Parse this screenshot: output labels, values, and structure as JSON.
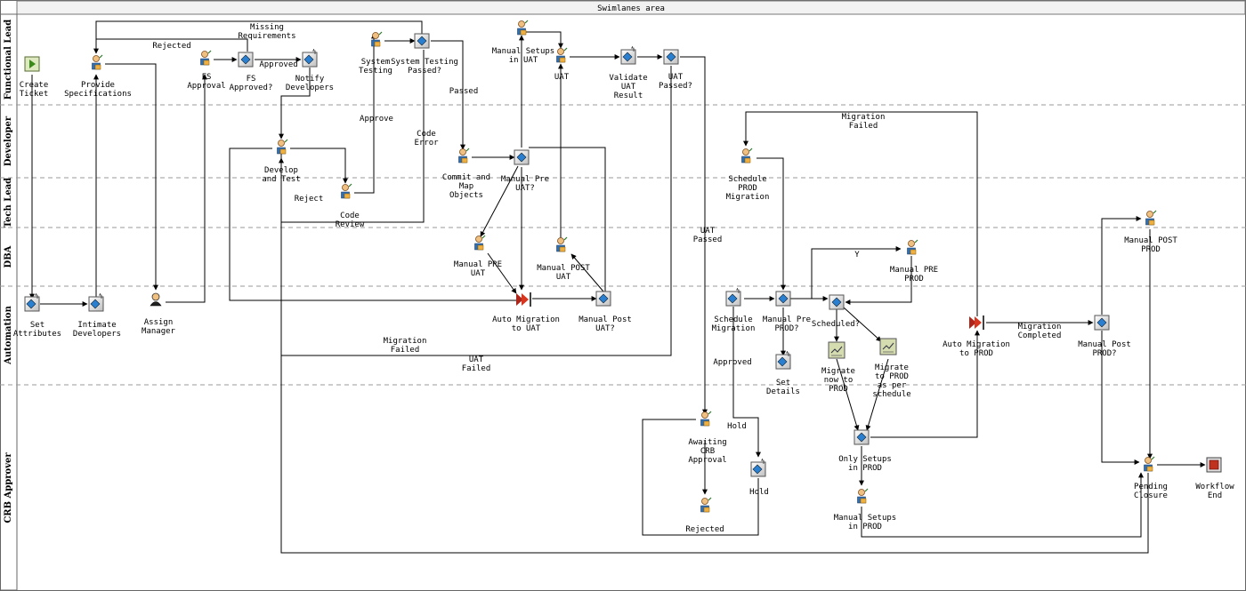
{
  "header": {
    "title": "Swimlanes area"
  },
  "lanes": [
    "Functional Lead",
    "Developer",
    "Tech Lead",
    "DBA",
    "Automation",
    "CRB Approver"
  ],
  "nodes": [
    {
      "id": "create_ticket",
      "name": "create-ticket-node",
      "type": "start",
      "lines": [
        "Create",
        "Ticket"
      ]
    },
    {
      "id": "provide_specs",
      "name": "provide-specifications-node",
      "type": "human",
      "lines": [
        "Provide",
        "Specifications"
      ]
    },
    {
      "id": "fs_approval",
      "name": "fs-approval-node",
      "type": "human",
      "lines": [
        "FS",
        "Approval"
      ]
    },
    {
      "id": "fs_approved",
      "name": "fs-approved-node",
      "type": "decision",
      "lines": [
        "FS",
        "Approved?"
      ]
    },
    {
      "id": "notify_dev",
      "name": "notify-developers-node",
      "type": "auto",
      "lines": [
        "Notify",
        "Developers"
      ]
    },
    {
      "id": "system_testing",
      "name": "system-testing-node",
      "type": "human",
      "lines": [
        "System",
        "Testing"
      ]
    },
    {
      "id": "system_testing_passed",
      "name": "system-testing-passed-node",
      "type": "decision",
      "lines": [
        "System Testing",
        "Passed?"
      ]
    },
    {
      "id": "manual_setups_uat",
      "name": "manual-setups-uat-node",
      "type": "human",
      "lines": [
        "Manual Setups",
        "in UAT"
      ]
    },
    {
      "id": "uat",
      "name": "uat-node",
      "type": "human",
      "lines": [
        "UAT"
      ]
    },
    {
      "id": "validate_uat",
      "name": "validate-uat-result-node",
      "type": "auto",
      "lines": [
        "Validate",
        "UAT",
        "Result"
      ]
    },
    {
      "id": "uat_passed",
      "name": "uat-passed-node",
      "type": "decision",
      "lines": [
        "UAT",
        "Passed?"
      ]
    },
    {
      "id": "develop_test",
      "name": "develop-and-test-node",
      "type": "human",
      "lines": [
        "Develop",
        "and Test"
      ]
    },
    {
      "id": "commit_map",
      "name": "commit-and-map-objects-node",
      "type": "human",
      "lines": [
        "Commit and",
        "Map",
        "Objects"
      ]
    },
    {
      "id": "manual_pre_uat_q",
      "name": "manual-pre-uat-decision-node",
      "type": "decision",
      "lines": [
        "Manual Pre",
        "UAT?"
      ]
    },
    {
      "id": "schedule_prod",
      "name": "schedule-prod-migration-node",
      "type": "human",
      "lines": [
        "Schedule",
        "PROD",
        "Migration"
      ]
    },
    {
      "id": "code_review",
      "name": "code-review-node",
      "type": "human",
      "lines": [
        "Code",
        "Review"
      ]
    },
    {
      "id": "manual_pre_uat",
      "name": "manual-pre-uat-node",
      "type": "human",
      "lines": [
        "Manual PRE",
        "UAT"
      ]
    },
    {
      "id": "manual_post_uat",
      "name": "manual-post-uat-node",
      "type": "human",
      "lines": [
        "Manual POST",
        "UAT"
      ]
    },
    {
      "id": "manual_pre_prod",
      "name": "manual-pre-prod-node",
      "type": "human",
      "lines": [
        "Manual PRE",
        "PROD"
      ]
    },
    {
      "id": "manual_post_prod",
      "name": "manual-post-prod-node",
      "type": "human",
      "lines": [
        "Manual POST",
        "PROD"
      ]
    },
    {
      "id": "set_attributes",
      "name": "set-attributes-node",
      "type": "auto",
      "lines": [
        "Set",
        "Attributes"
      ]
    },
    {
      "id": "intimate_dev",
      "name": "intimate-developers-node",
      "type": "auto",
      "lines": [
        "Intimate",
        "Developers"
      ]
    },
    {
      "id": "assign_manager",
      "name": "assign-manager-node",
      "type": "manager",
      "lines": [
        "Assign",
        "Manager"
      ]
    },
    {
      "id": "auto_mig_uat",
      "name": "auto-migration-uat-node",
      "type": "migration",
      "lines": [
        "Auto Migration",
        "to UAT"
      ]
    },
    {
      "id": "manual_post_uat_q",
      "name": "manual-post-uat-decision-node",
      "type": "decision",
      "lines": [
        "Manual Post",
        "UAT?"
      ]
    },
    {
      "id": "schedule_migration",
      "name": "schedule-migration-node",
      "type": "auto",
      "lines": [
        "Schedule",
        "Migration"
      ]
    },
    {
      "id": "manual_pre_prod_q",
      "name": "manual-pre-prod-decision-node",
      "type": "decision",
      "lines": [
        "Manual Pre",
        "PROD?"
      ]
    },
    {
      "id": "scheduled_q",
      "name": "scheduled-decision-node",
      "type": "decision",
      "lines": [
        "Scheduled?"
      ]
    },
    {
      "id": "set_details",
      "name": "set-details-node",
      "type": "auto",
      "lines": [
        "Set",
        "Details"
      ]
    },
    {
      "id": "migrate_now",
      "name": "migrate-now-node",
      "type": "task",
      "lines": [
        "Migrate",
        "now to",
        "PROD"
      ]
    },
    {
      "id": "migrate_schedule",
      "name": "migrate-per-schedule-node",
      "type": "task",
      "lines": [
        "Migrate",
        "to PROD",
        "as per",
        "schedule"
      ]
    },
    {
      "id": "auto_mig_prod",
      "name": "auto-migration-prod-node",
      "type": "migration",
      "lines": [
        "Auto Migration",
        "to PROD"
      ]
    },
    {
      "id": "manual_post_prod_q",
      "name": "manual-post-prod-decision-node",
      "type": "decision",
      "lines": [
        "Manual Post",
        "PROD?"
      ]
    },
    {
      "id": "awaiting_crb",
      "name": "awaiting-crb-approval-node",
      "type": "human",
      "lines": [
        "Awaiting",
        "CRB",
        "Approval"
      ]
    },
    {
      "id": "hold",
      "name": "hold-node",
      "type": "auto",
      "lines": [
        "Hold"
      ]
    },
    {
      "id": "rejected",
      "name": "rejected-node",
      "type": "human",
      "lines": [
        "Rejected"
      ]
    },
    {
      "id": "only_setups",
      "name": "only-setups-prod-node",
      "type": "decision",
      "lines": [
        "Only Setups",
        "in PROD"
      ]
    },
    {
      "id": "manual_setups_prod",
      "name": "manual-setups-prod-node",
      "type": "human",
      "lines": [
        "Manual Setups",
        "in PROD"
      ]
    },
    {
      "id": "pending_closure",
      "name": "pending-closure-node",
      "type": "human",
      "lines": [
        "Pending",
        "Closure"
      ]
    },
    {
      "id": "workflow_end",
      "name": "workflow-end-node",
      "type": "end",
      "lines": [
        "Workflow",
        "End"
      ]
    }
  ],
  "edge_labels": [
    {
      "id": "missing_req",
      "lines": [
        "Missing",
        "Requirements"
      ]
    },
    {
      "id": "rejected_fs",
      "lines": [
        "Rejected"
      ]
    },
    {
      "id": "approved_fs",
      "lines": [
        "Approved"
      ]
    },
    {
      "id": "passed_st",
      "lines": [
        "Passed"
      ]
    },
    {
      "id": "approve_cr",
      "lines": [
        "Approve"
      ]
    },
    {
      "id": "code_error",
      "lines": [
        "Code",
        "Error"
      ]
    },
    {
      "id": "reject_cr",
      "lines": [
        "Reject"
      ]
    },
    {
      "id": "uat_passed_edge",
      "lines": [
        "UAT",
        "Passed"
      ]
    },
    {
      "id": "migration_failed_top",
      "lines": [
        "Migration",
        "Failed"
      ]
    },
    {
      "id": "migration_failed_uat",
      "lines": [
        "Migration",
        "Failed"
      ]
    },
    {
      "id": "uat_failed",
      "lines": [
        "UAT",
        "Failed"
      ]
    },
    {
      "id": "y_edge",
      "lines": [
        "Y"
      ]
    },
    {
      "id": "approved_crb",
      "lines": [
        "Approved"
      ]
    },
    {
      "id": "hold_edge",
      "lines": [
        "Hold"
      ]
    },
    {
      "id": "migration_completed",
      "lines": [
        "Migration",
        "Completed"
      ]
    }
  ]
}
